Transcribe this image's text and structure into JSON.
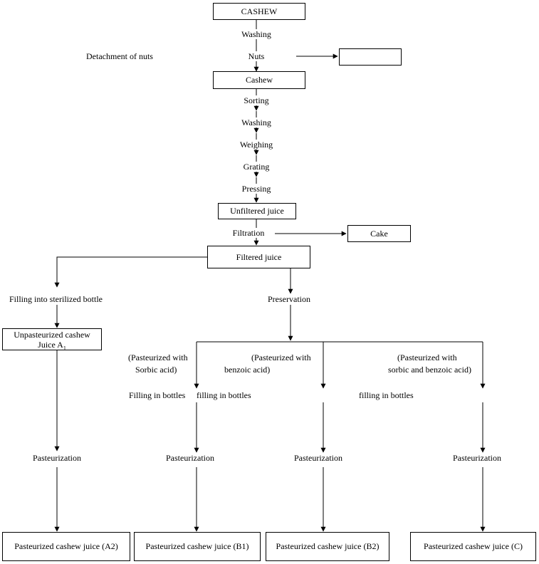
{
  "nodes": {
    "cashew_top": "CASHEW",
    "washing1": "Washing",
    "detachment": "Detachment of nuts",
    "nuts": "Nuts",
    "nuts_box": "",
    "cashew2": "Cashew",
    "sorting": "Sorting",
    "washing2": "Washing",
    "weighing": "Weighing",
    "grating": "Grating",
    "pressing": "Pressing",
    "unfiltered": "Unfiltered juice",
    "filtration": "Filtration",
    "cake": "Cake",
    "filtered": "Filtered juice",
    "filling_sterile": "Filling into sterilized bottle",
    "preservation": "Preservation",
    "unpast_line1": "Unpasteurized cashew",
    "unpast_line2": "Juice A",
    "unpast_sub": "1",
    "branch1_line1": "(Pasteurized with",
    "branch1_line2": "Sorbic  acid)",
    "branch2_line1": "(Pasteurized with",
    "branch2_line2": "benzoic acid)",
    "branch3_line1": "(Pasteurized with",
    "branch3_line2": "sorbic and benzoic acid)",
    "filling_b1": "Filling  in bottles",
    "filling_b2": "filling in bottles",
    "filling_c": "filling in bottles",
    "past_a": "Pasteurization",
    "past_b1": "Pasteurization",
    "past_b2": "Pasteurization",
    "past_c": "Pasteurization",
    "final_a2": "Pasteurized cashew juice (A2)",
    "final_b1": "Pasteurized cashew juice (B1)",
    "final_b2": "Pasteurized cashew juice (B2)",
    "final_c": "Pasteurized cashew juice (C)"
  }
}
